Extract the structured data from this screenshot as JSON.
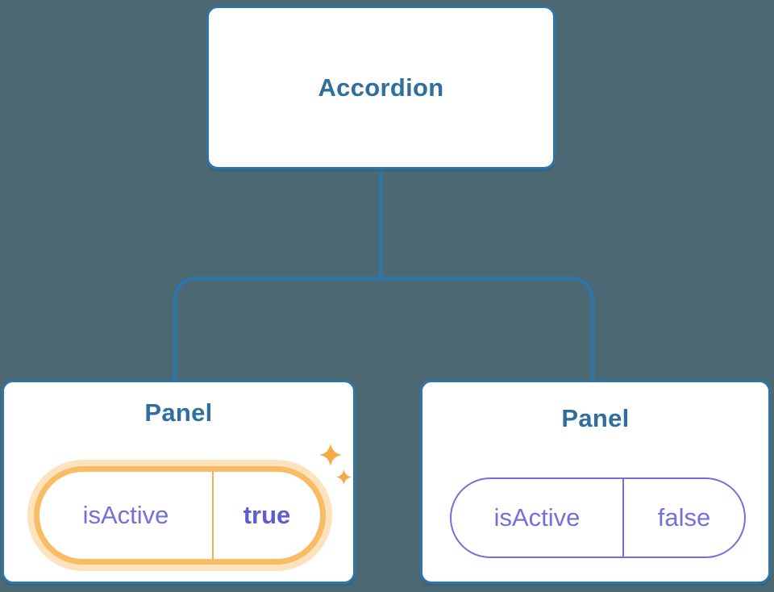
{
  "diagram": {
    "root": {
      "label": "Accordion"
    },
    "panels": [
      {
        "title": "Panel",
        "state_name": "isActive",
        "state_value": "true",
        "highlighted": true
      },
      {
        "title": "Panel",
        "state_name": "isActive",
        "state_value": "false",
        "highlighted": false
      }
    ]
  },
  "icons": {
    "sparkle_large": "sparkle-icon",
    "sparkle_small": "sparkle-icon"
  },
  "colors": {
    "background": "#4C6973",
    "card_background": "#FFFFFF",
    "connector_blue": "#2F75A8",
    "label_blue": "#2E6F9E",
    "state_purple": "#7371D7",
    "state_purple_bold": "#5F5BD3",
    "highlight_orange": "#F8BC64",
    "highlight_halo": "#FCE0B2",
    "sparkle_orange": "#F5A947"
  }
}
